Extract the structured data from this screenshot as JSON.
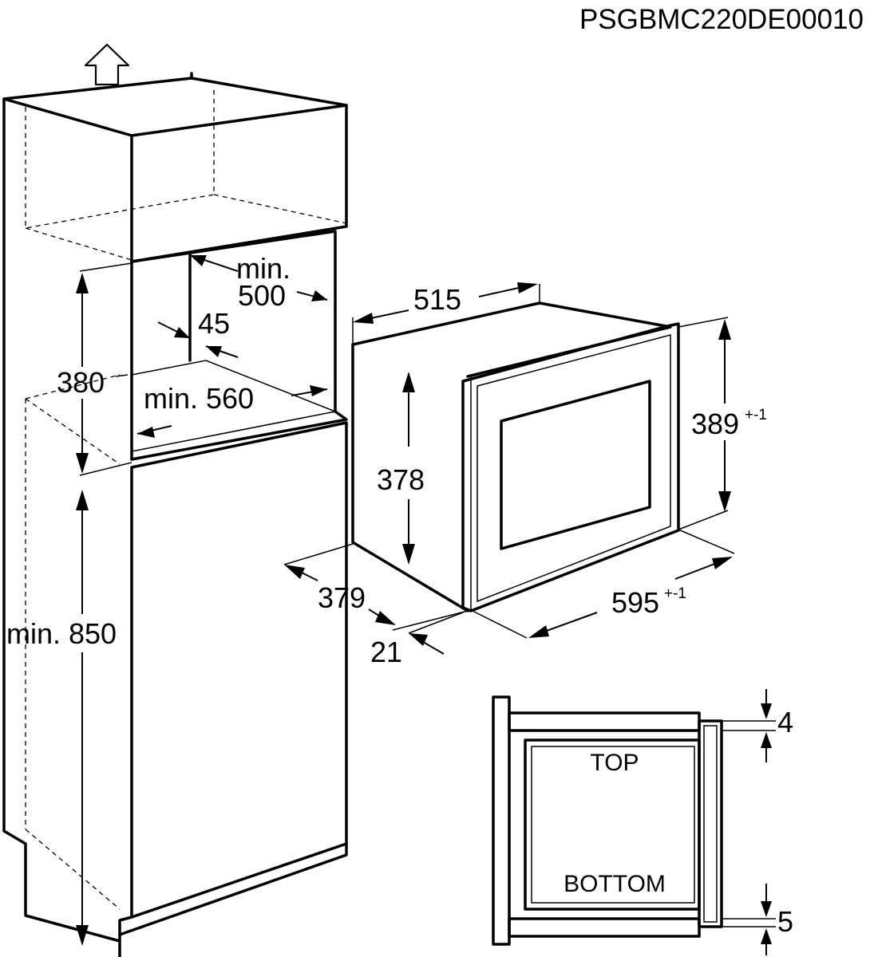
{
  "doc": {
    "code": "PSGBMC220DE00010"
  },
  "dimensions": {
    "min_500_a": "min.",
    "min_500_b": "500",
    "d45": "45",
    "d380": "380",
    "min_560": "min. 560",
    "min_850": "min. 850",
    "d515": "515",
    "d378": "378",
    "d389": "389",
    "d389_tol": "+-1",
    "d379": "379",
    "d21": "21",
    "d595": "595",
    "d595_tol": "+-1",
    "d4": "4",
    "d5": "5"
  },
  "labels": {
    "top": "TOP",
    "bottom": "BOTTOM"
  }
}
